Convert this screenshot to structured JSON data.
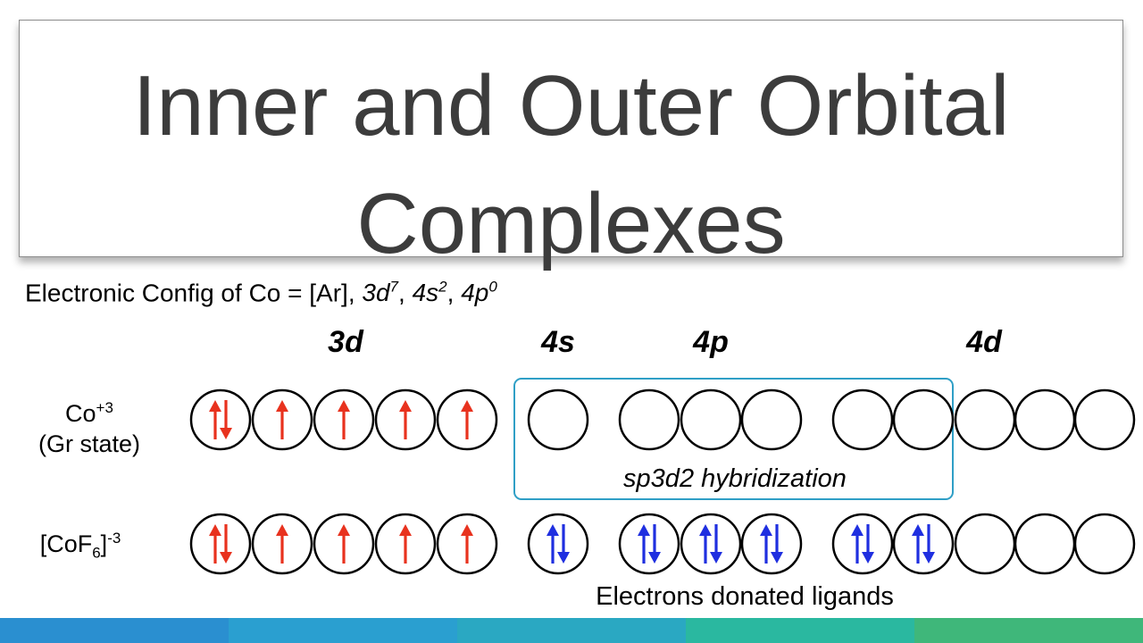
{
  "title": {
    "line1": "Inner and Outer Orbital",
    "line2": "Complexes"
  },
  "config": {
    "prefix": "Electronic Config of Co = [Ar], ",
    "d_term": "3d",
    "d_exp": "7",
    "s_term": "4s",
    "s_exp": "2",
    "p_term": "4p",
    "p_exp": "0"
  },
  "headers": {
    "d3": "3d",
    "s4": "4s",
    "p4": "4p",
    "d4": "4d"
  },
  "rows": {
    "ground": {
      "line1_base": "Co",
      "line1_sup": "+3",
      "line2": "(Gr state)"
    },
    "complex": {
      "open": "[CoF",
      "sub": "6",
      "close": "]",
      "sup": "-3"
    }
  },
  "hybrid_label": "sp3d2 hybridization",
  "donated_label": "Electrons donated ligands",
  "orbital_data": {
    "ground_state": {
      "3d": [
        "pair",
        "up",
        "up",
        "up",
        "up"
      ],
      "4s": [
        "empty"
      ],
      "4p": [
        "empty",
        "empty",
        "empty"
      ],
      "4d": [
        "empty",
        "empty",
        "empty",
        "empty",
        "empty"
      ]
    },
    "complex": {
      "3d": [
        "pair",
        "up",
        "up",
        "up",
        "up"
      ],
      "4s": [
        "pair_ligand"
      ],
      "4p": [
        "pair_ligand",
        "pair_ligand",
        "pair_ligand"
      ],
      "4d": [
        "pair_ligand",
        "pair_ligand",
        "empty",
        "empty",
        "empty"
      ]
    }
  },
  "colors": {
    "metal_electron": "#e8321e",
    "ligand_electron": "#1f2fe0",
    "hybrid_box": "#2f9fc6",
    "title_text": "#3c3c3c",
    "bottom_bar": [
      "#2a8fd0",
      "#2a9fd0",
      "#2aa8c2",
      "#2ab8a0",
      "#3fb77a"
    ]
  }
}
